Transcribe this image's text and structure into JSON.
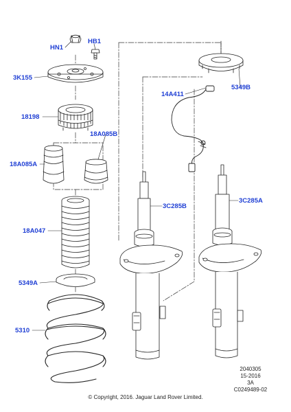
{
  "callouts": {
    "hn1": "HN1",
    "hb1": "HB1",
    "3k155": "3K155",
    "18198": "18198",
    "18a085b": "18A085B",
    "18a085a": "18A085A",
    "18a047": "18A047",
    "5349a": "5349A",
    "5310": "5310",
    "14a411": "14A411",
    "5349b": "5349B",
    "3c285b": "3C285B",
    "3c285a": "3C285A"
  },
  "meta": {
    "line1": "2040305",
    "line2": "15-2016",
    "line3": "3A",
    "line4": "C0249489-02"
  },
  "copyright": "© Copyright, 2016. Jaguar Land Rover Limited.",
  "colors": {
    "callout": "#1f3fd4",
    "line": "#222222"
  }
}
